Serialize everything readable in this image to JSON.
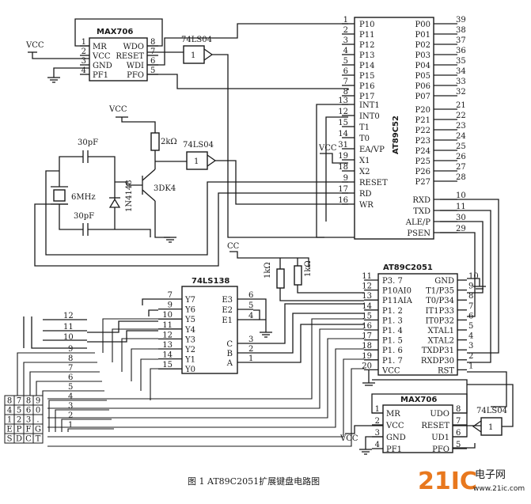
{
  "chips": {
    "max706_top": {
      "name": "MAX706",
      "left_pins": [
        {
          "n": "1",
          "l": "MR"
        },
        {
          "n": "2",
          "l": "VCC"
        },
        {
          "n": "3",
          "l": "GND"
        },
        {
          "n": "4",
          "l": "PF1"
        }
      ],
      "right_pins": [
        {
          "n": "8",
          "l": "WDO"
        },
        {
          "n": "7",
          "l": "RESET"
        },
        {
          "n": "6",
          "l": "WDI"
        },
        {
          "n": "5",
          "l": "PFO"
        }
      ]
    },
    "at89c52": {
      "name": "AT89C52",
      "left_pins": [
        {
          "n": "1",
          "l": "P10"
        },
        {
          "n": "2",
          "l": "P11"
        },
        {
          "n": "3",
          "l": "P12"
        },
        {
          "n": "4",
          "l": "P13"
        },
        {
          "n": "5",
          "l": "P14"
        },
        {
          "n": "6",
          "l": "P15"
        },
        {
          "n": "7",
          "l": "P16"
        },
        {
          "n": "8",
          "l": "P17"
        },
        {
          "n": "13",
          "l": "INT1"
        },
        {
          "n": "12",
          "l": "INT0"
        },
        {
          "n": "15",
          "l": "T1"
        },
        {
          "n": "14",
          "l": "T0"
        },
        {
          "n": "31",
          "l": "EA/VP"
        },
        {
          "n": "19",
          "l": "X1"
        },
        {
          "n": "18",
          "l": "X2"
        },
        {
          "n": "9",
          "l": "RESET"
        },
        {
          "n": "17",
          "l": "RD"
        },
        {
          "n": "16",
          "l": "WR"
        }
      ],
      "right_pins": [
        {
          "n": "39",
          "l": "P00"
        },
        {
          "n": "38",
          "l": "P01"
        },
        {
          "n": "37",
          "l": "P02"
        },
        {
          "n": "36",
          "l": "P03"
        },
        {
          "n": "35",
          "l": "P04"
        },
        {
          "n": "34",
          "l": "P05"
        },
        {
          "n": "33",
          "l": "P06"
        },
        {
          "n": "32",
          "l": "P07"
        },
        {
          "n": "21",
          "l": "P20"
        },
        {
          "n": "22",
          "l": "P21"
        },
        {
          "n": "23",
          "l": "P22"
        },
        {
          "n": "24",
          "l": "P23"
        },
        {
          "n": "25",
          "l": "P24"
        },
        {
          "n": "26",
          "l": "P25"
        },
        {
          "n": "27",
          "l": "P26"
        },
        {
          "n": "28",
          "l": "P27"
        },
        {
          "n": "10",
          "l": "RXD"
        },
        {
          "n": "11",
          "l": "TXD"
        },
        {
          "n": "30",
          "l": "ALE/P"
        },
        {
          "n": "29",
          "l": "PSEN"
        }
      ]
    },
    "at89c2051": {
      "name": "AT89C2051",
      "left_pins": [
        {
          "n": "11",
          "l": "P3. 7"
        },
        {
          "n": "12",
          "l": "P10AI0"
        },
        {
          "n": "13",
          "l": "P11AIA"
        },
        {
          "n": "14",
          "l": "P1. 2"
        },
        {
          "n": "15",
          "l": "P1. 3"
        },
        {
          "n": "16",
          "l": "P1. 4"
        },
        {
          "n": "17",
          "l": "P1. 5"
        },
        {
          "n": "18",
          "l": "P1. 6"
        },
        {
          "n": "19",
          "l": "P1. 7"
        },
        {
          "n": "20",
          "l": "VCC"
        }
      ],
      "right_pins": [
        {
          "n": "10",
          "l": "GND"
        },
        {
          "n": "9",
          "l": "T1/P35"
        },
        {
          "n": "8",
          "l": "T0/P34"
        },
        {
          "n": "7",
          "l": "IT1P33"
        },
        {
          "n": "6",
          "l": "IT0P32"
        },
        {
          "n": "5",
          "l": "XTAL1"
        },
        {
          "n": "4",
          "l": "XTAL2"
        },
        {
          "n": "3",
          "l": "TXDP31"
        },
        {
          "n": "2",
          "l": "RXDP30"
        },
        {
          "n": "1",
          "l": "RST"
        }
      ]
    },
    "ls138": {
      "name": "74LS138",
      "left_pins": [
        {
          "n": "7",
          "l": "Y7"
        },
        {
          "n": "9",
          "l": "Y6"
        },
        {
          "n": "10",
          "l": "Y5"
        },
        {
          "n": "11",
          "l": "Y4"
        },
        {
          "n": "12",
          "l": "Y3"
        },
        {
          "n": "13",
          "l": "Y2"
        },
        {
          "n": "14",
          "l": "Y1"
        },
        {
          "n": "15",
          "l": "Y0"
        }
      ],
      "right_pins": [
        {
          "n": "6",
          "l": "E3"
        },
        {
          "n": "5",
          "l": "E2"
        },
        {
          "n": "4",
          "l": "E1"
        },
        {
          "n": "3",
          "l": "C"
        },
        {
          "n": "2",
          "l": "B"
        },
        {
          "n": "1",
          "l": "A"
        }
      ]
    },
    "max706_bottom": {
      "name": "MAX706",
      "left_pins": [
        {
          "n": "1",
          "l": "MR"
        },
        {
          "n": "2",
          "l": "VCC"
        },
        {
          "n": "3",
          "l": "GND"
        },
        {
          "n": "4",
          "l": "PF1"
        }
      ],
      "right_pins": [
        {
          "n": "8",
          "l": "UDO"
        },
        {
          "n": "7",
          "l": "RESET"
        },
        {
          "n": "6",
          "l": "UD1"
        },
        {
          "n": "5",
          "l": "PFO"
        }
      ]
    }
  },
  "gates": {
    "inverter_top": {
      "name": "74LS04",
      "mark": "1"
    },
    "inverter_mid": {
      "name": "74LS04",
      "mark": "1"
    },
    "inverter_bottom": {
      "name": "74LS04",
      "mark": "1"
    }
  },
  "components": {
    "cap_top": "30pF",
    "cap_bottom": "30pF",
    "crystal": "6MHz",
    "diode": "1N4148",
    "transistor": "3DK4",
    "resistor": "2kΩ",
    "r_left": "1kΩ",
    "r_right": "1kΩ",
    "cc": "CC"
  },
  "power_labels": {
    "vcc_max_top": "VCC",
    "vcc_transistor": "VCC",
    "vcc_ea": "VCC",
    "vcc_max_bottom": "VCC"
  },
  "keypad": {
    "rows": [
      [
        "8",
        "7",
        "8",
        "9"
      ],
      [
        "4",
        "5",
        "6",
        "0"
      ],
      [
        "1",
        "2",
        "3",
        "."
      ],
      [
        "E",
        "P",
        "F",
        "G"
      ],
      [
        "S",
        "D",
        "C",
        "T"
      ]
    ]
  },
  "wire_numbers": {
    "top_group": [
      "12",
      "11",
      "10"
    ],
    "key_lines": [
      "9",
      "8",
      "7",
      "6",
      "5",
      "4",
      "3",
      "2",
      "1"
    ]
  },
  "caption": "图 1   AT89C2051扩展键盘电路图",
  "watermark": {
    "brand": "21IC",
    "cn": "电子网",
    "url": "www.21ic.com"
  }
}
